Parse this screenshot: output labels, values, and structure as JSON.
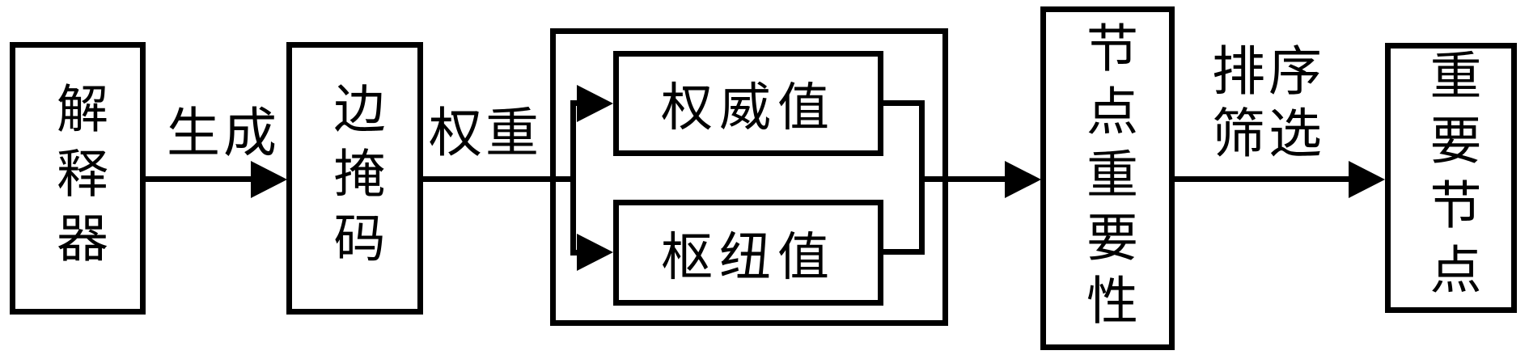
{
  "diagram": {
    "title": "node-importance-flowchart",
    "colors": {
      "line": "#000000",
      "background": "#ffffff"
    },
    "nodes": {
      "interpreter": "解释器",
      "edge_mask": "边掩码",
      "authority": "权威值",
      "hub": "枢纽值",
      "node_importance": "节点重要性",
      "important_nodes": "重要节点"
    },
    "edge_labels": {
      "generate": "生成",
      "weight": "权重",
      "sort_filter_line1": "排序",
      "sort_filter_line2": "筛选"
    }
  }
}
